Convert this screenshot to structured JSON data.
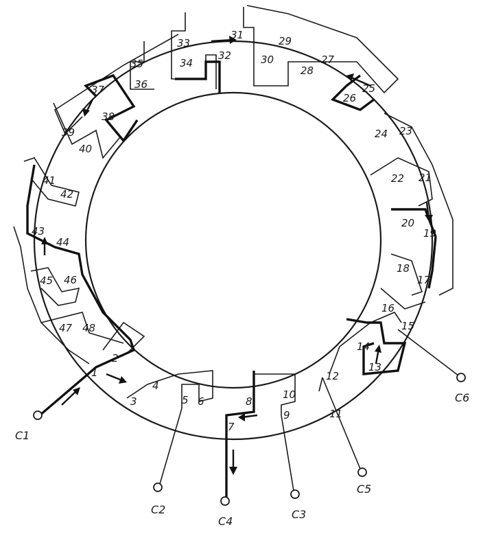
{
  "slots": [
    "1",
    "2",
    "3",
    "4",
    "5",
    "6",
    "7",
    "8",
    "9",
    "10",
    "11",
    "12",
    "13",
    "14",
    "15",
    "16",
    "17",
    "18",
    "19",
    "20",
    "21",
    "22",
    "23",
    "24",
    "25",
    "26",
    "27",
    "28",
    "29",
    "30",
    "31",
    "32",
    "33",
    "34",
    "35",
    "36",
    "37",
    "38",
    "39",
    "40",
    "41",
    "42",
    "43",
    "44",
    "45",
    "46",
    "47",
    "48"
  ],
  "terminals": [
    "C1",
    "C2",
    "C3",
    "C4",
    "C5",
    "C6"
  ]
}
